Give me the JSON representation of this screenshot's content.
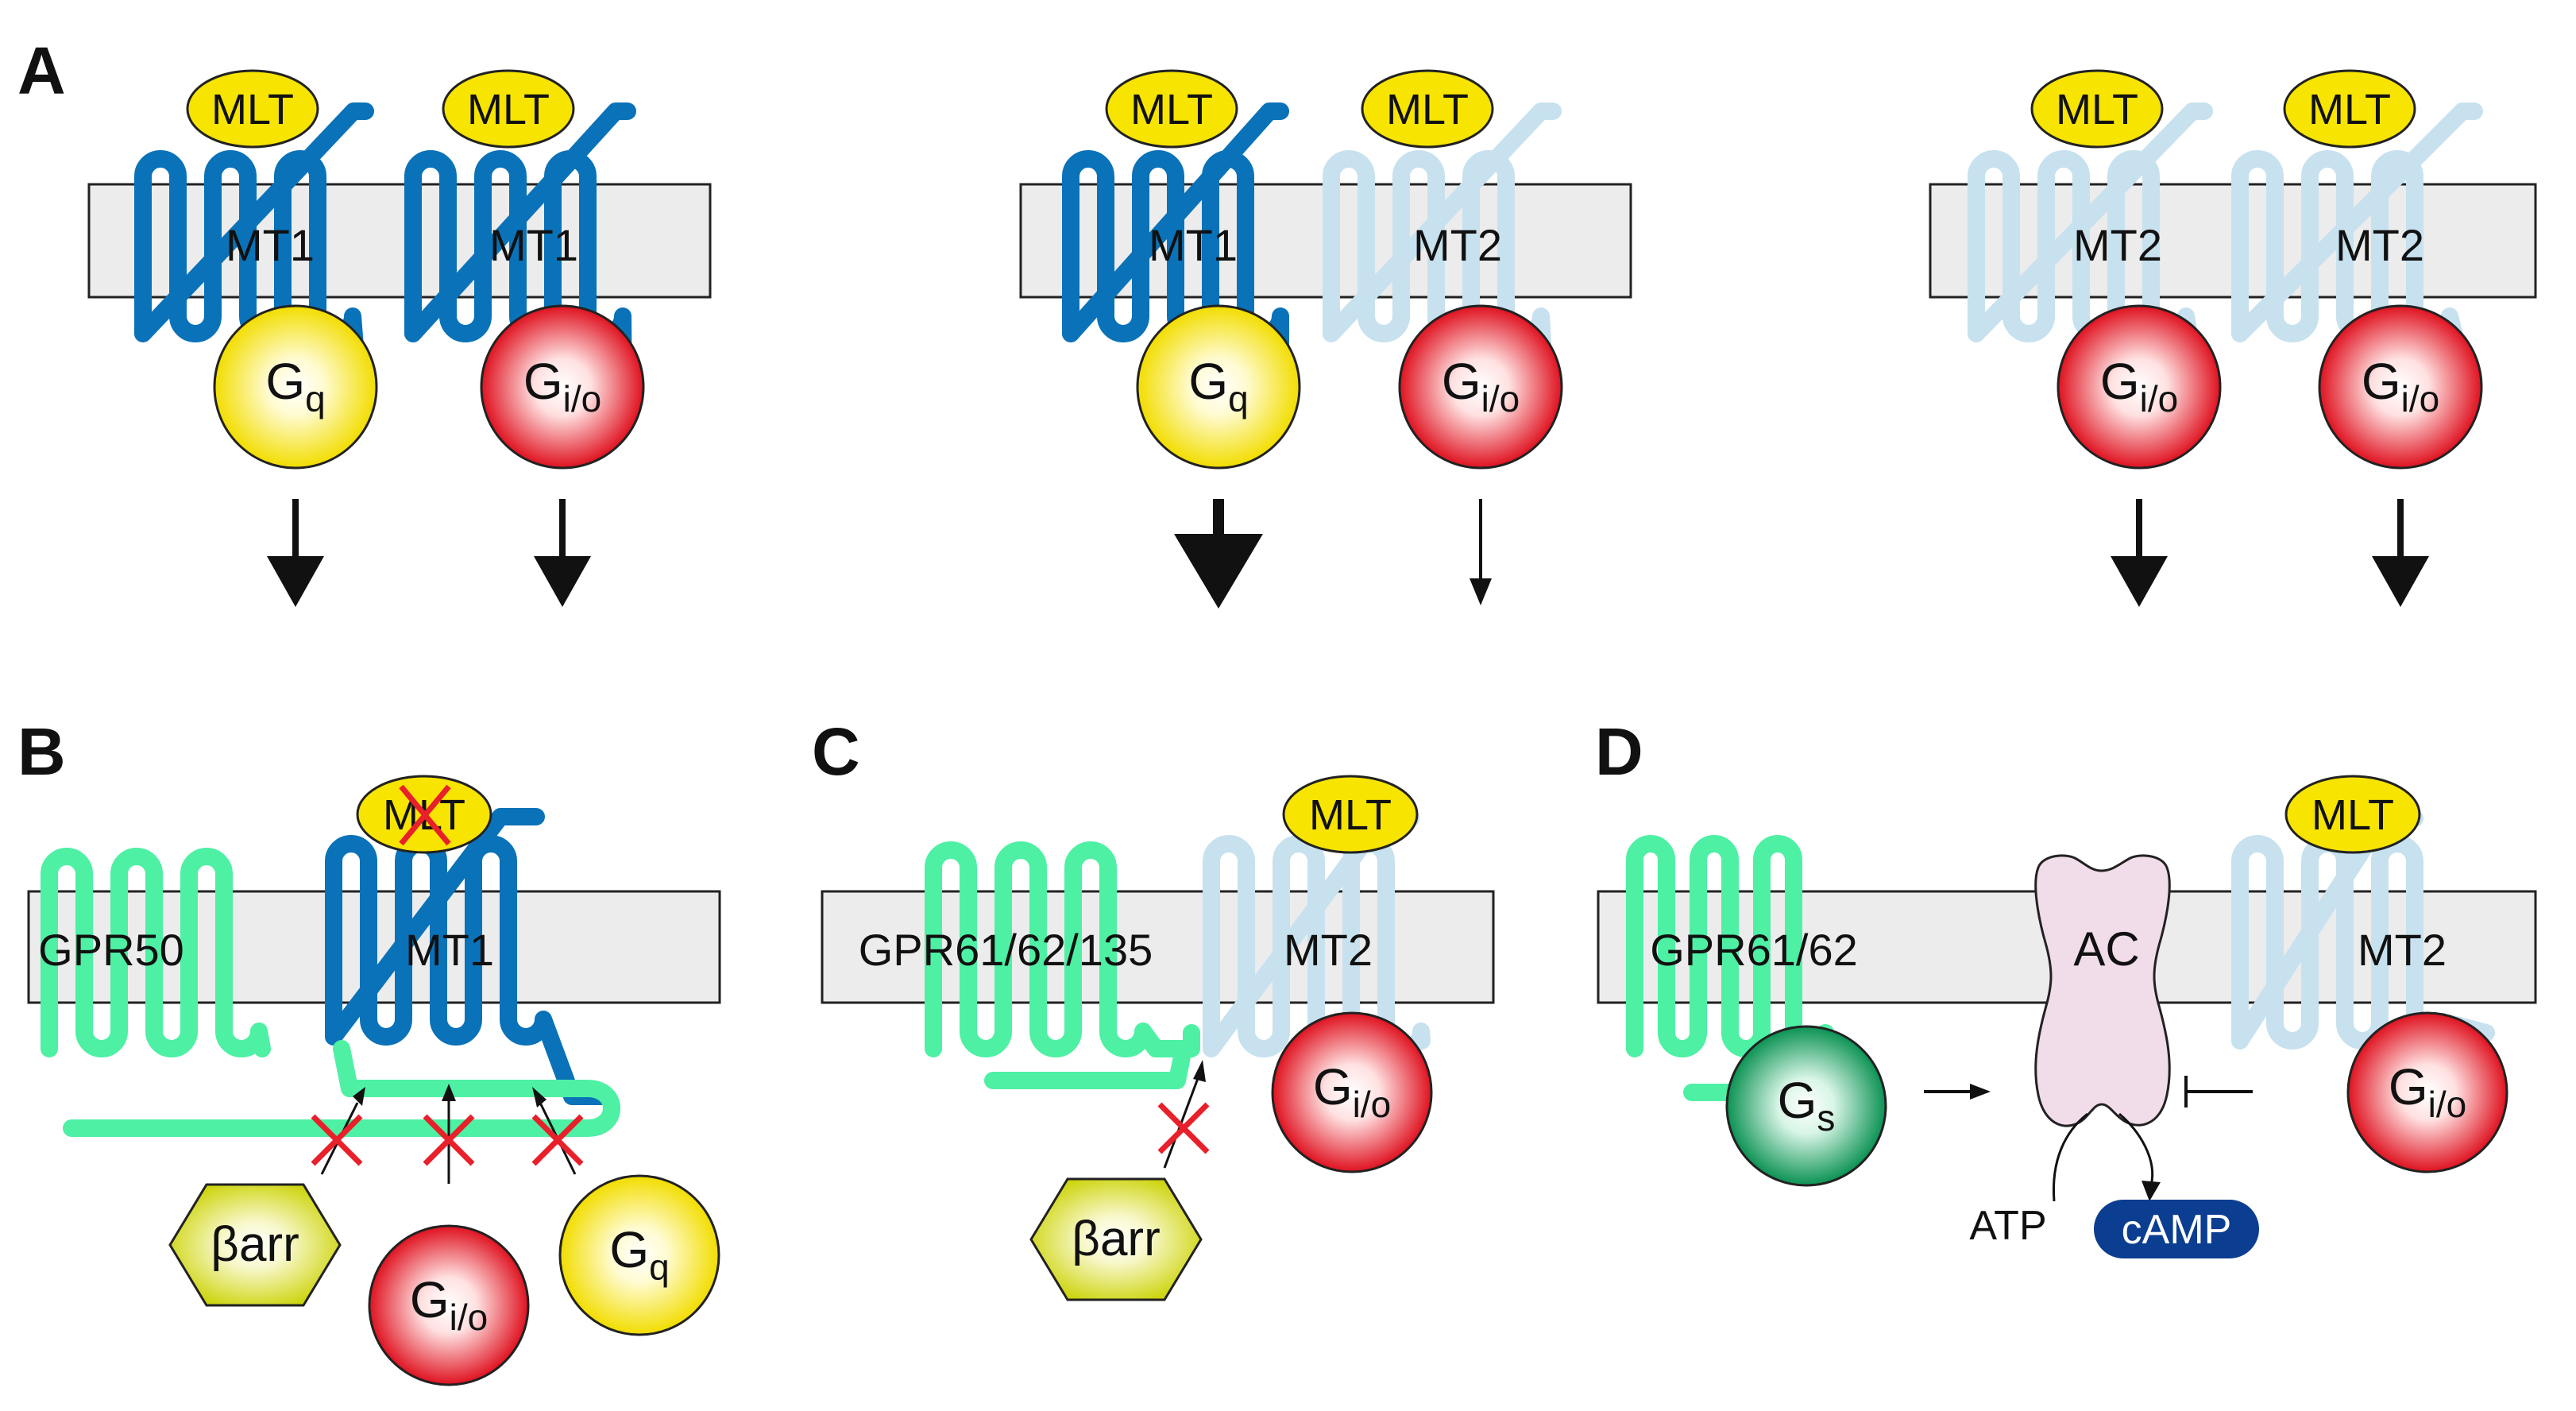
{
  "panels": {
    "A": {
      "letter": "A",
      "groups": [
        {
          "ligands": [
            "MLT",
            "MLT"
          ],
          "receptors": [
            "MT1",
            "MT1"
          ],
          "gproteins": [
            {
              "main": "G",
              "sub": "q"
            },
            {
              "main": "G",
              "sub": "i/o"
            }
          ]
        },
        {
          "ligands": [
            "MLT",
            "MLT"
          ],
          "receptors": [
            "MT1",
            "MT2"
          ],
          "gproteins": [
            {
              "main": "G",
              "sub": "q"
            },
            {
              "main": "G",
              "sub": "i/o"
            }
          ]
        },
        {
          "ligands": [
            "MLT",
            "MLT"
          ],
          "receptors": [
            "MT2",
            "MT2"
          ],
          "gproteins": [
            {
              "main": "G",
              "sub": "i/o"
            },
            {
              "main": "G",
              "sub": "i/o"
            }
          ]
        }
      ]
    },
    "B": {
      "letter": "B",
      "ligand": "MLT",
      "receptors": [
        "GPR50",
        "MT1"
      ],
      "effectors": [
        {
          "main": "βarr",
          "sub": ""
        },
        {
          "main": "G",
          "sub": "i/o"
        },
        {
          "main": "G",
          "sub": "q"
        }
      ]
    },
    "C": {
      "letter": "C",
      "ligand": "MLT",
      "receptors": [
        "GPR61/62/135",
        "MT2"
      ],
      "gprotein": {
        "main": "G",
        "sub": "i/o"
      },
      "effector": "βarr"
    },
    "D": {
      "letter": "D",
      "ligand": "MLT",
      "receptors": [
        "GPR61/62",
        "MT2"
      ],
      "enzyme": "AC",
      "gs": {
        "main": "G",
        "sub": "s"
      },
      "gio": {
        "main": "G",
        "sub": "i/o"
      },
      "substrate": "ATP",
      "product": "cAMP"
    }
  },
  "colors": {
    "mt1": "#0a72b8",
    "mt2": "#c7e1ef",
    "gpr": "#4ef0a4",
    "membrane": "#ececec",
    "ligand": "#f7e400",
    "gq": "#f4e000",
    "gio": "#e2121e",
    "gs": "#0e9b58",
    "barr": "#d4dc10",
    "ac": "#f1dcea",
    "camp": "#0b3d91",
    "block": "#e8202a"
  }
}
